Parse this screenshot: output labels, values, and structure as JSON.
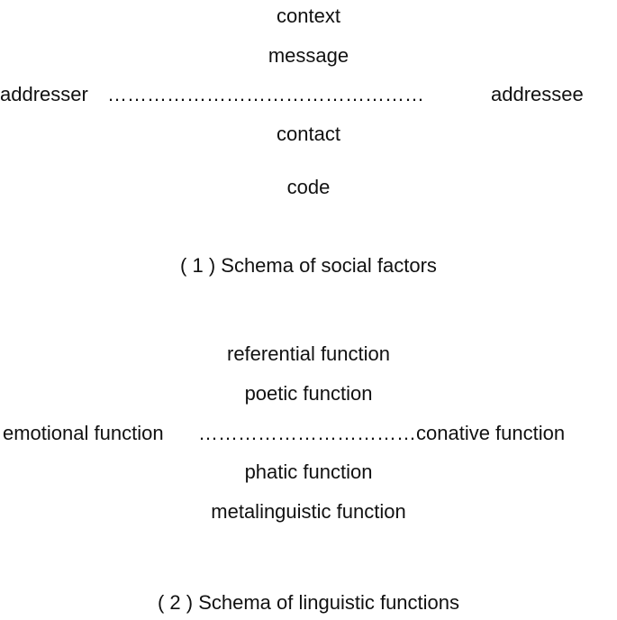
{
  "schema1": {
    "top": "context",
    "second": "message",
    "left": "addresser",
    "dots": "…………………………………………",
    "right": "addressee",
    "fourth": "contact",
    "fifth": "code",
    "caption": "( 1 ) Schema of social factors"
  },
  "schema2": {
    "top": "referential function",
    "second": "poetic function",
    "left": "emotional function",
    "dots": "……………………………",
    "right": "conative function",
    "fourth": "phatic function",
    "fifth": "metalinguistic function",
    "caption": "( 2 ) Schema of linguistic functions"
  }
}
